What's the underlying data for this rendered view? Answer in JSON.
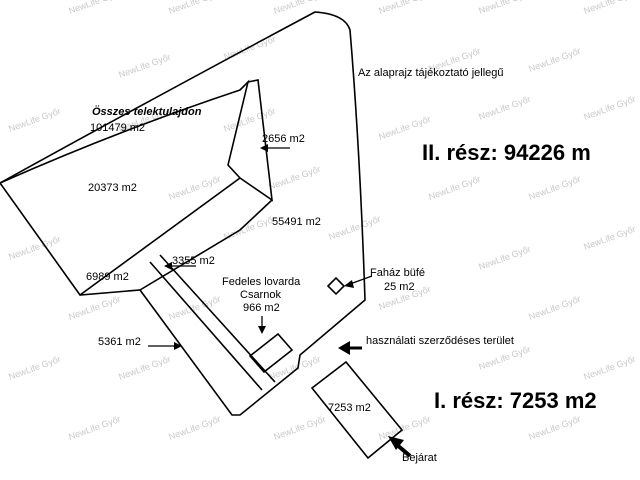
{
  "note": "Az alaprajz tájékoztató jellegű",
  "part2": "II. rész: 94226 m",
  "part1": "I. rész: 7253 m2",
  "total_title": "Összes telektulajdon",
  "total_area": "101479 m2",
  "areas": {
    "a2656": "2656 m2",
    "a20373": "20373 m2",
    "a55491": "55491 m2",
    "a3355": "3355 m2",
    "a6989": "6989 m2",
    "a5361": "5361 m2",
    "a7253": "7253 m2"
  },
  "hall": [
    "Fedeles lovarda",
    "Csarnok",
    "966 m2"
  ],
  "hut": [
    "Faház büfé",
    "25 m2"
  ],
  "lease": "használati szerződéses terület",
  "entrance": "Bejárat",
  "watermark": "NewLife Győr"
}
